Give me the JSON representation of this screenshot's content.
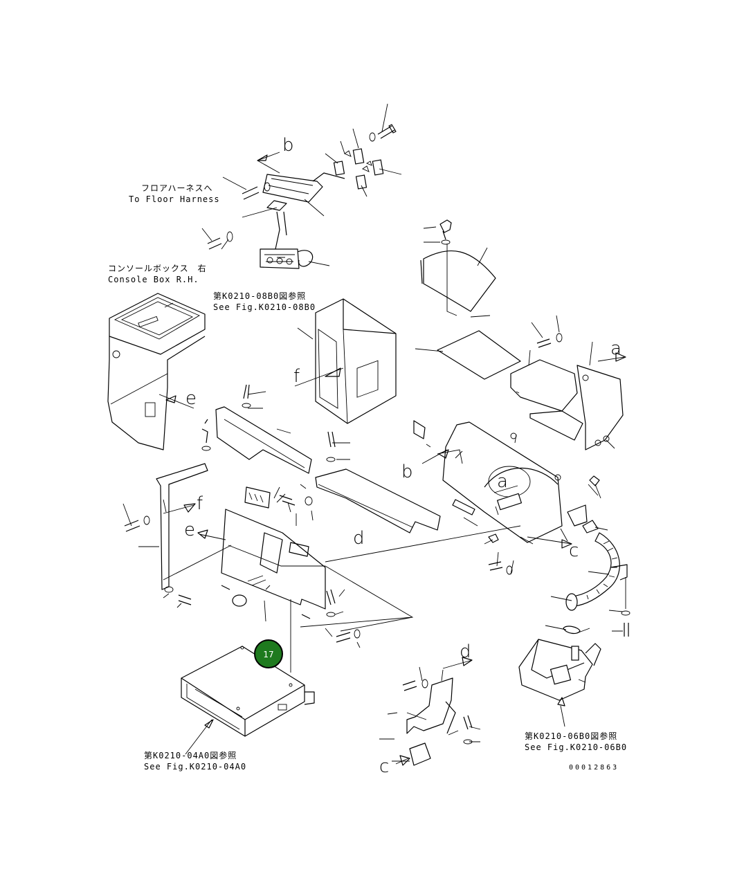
{
  "labels": {
    "floor_harness_jp": "フロアハーネスへ",
    "floor_harness_en": "To Floor Harness",
    "console_box_jp": "コンソールボックス　右",
    "console_box_en": "Console Box R.H.",
    "ref_08b0_jp": "第K0210-08B0図参照",
    "ref_08b0_en": "See Fig.K0210-08B0",
    "ref_06b0_jp": "第K0210-06B0図参照",
    "ref_06b0_en": "See Fig.K0210-06B0",
    "ref_04a0_jp": "第K0210-04A0図参照",
    "ref_04a0_en": "See Fig.K0210-04A0",
    "drawing_number": "00012863"
  },
  "arrow_letters": {
    "b_top": "b",
    "a_right": "a",
    "f_center": "f",
    "e_console": "e",
    "f_left": "f",
    "e_left": "e",
    "b_mid": "b",
    "a_mid": "a",
    "d_mid": "d",
    "c_right": "c",
    "d_bottom": "d",
    "c_bottom": "c"
  },
  "callout": {
    "number": "17",
    "color": "#1e7a1e"
  }
}
